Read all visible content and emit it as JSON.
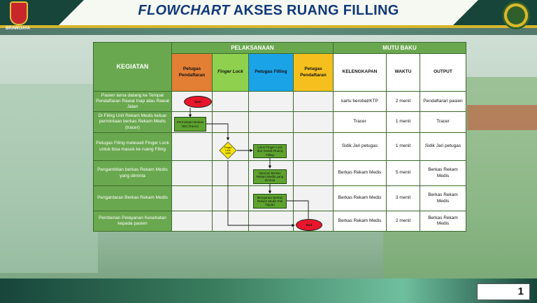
{
  "title": {
    "italic": "FLOWCHART",
    "rest": " AKSES RUANG FILLING"
  },
  "logo_left_text": "BRAWIJAYA",
  "page_number": "1",
  "table": {
    "kegiatan_header": "KEGIATAN",
    "pelaksanaan_header": "PELAKSANAAN",
    "mutu_baku_header": "MUTU BAKU",
    "actors": [
      "Petugas Pendaftaran",
      "Finger Lock",
      "Petugas Filling",
      "Petugas Pendaftaran"
    ],
    "mutu_cols": [
      "KELENGKAPAN",
      "WAKTU",
      "OUTPUT"
    ],
    "rows": [
      {
        "kegiatan": "Pasien lama datang ke Tempat Pendaftaran Rawat Inap atau Rawat Jalan",
        "kelengkapan": "kartu berobat/KTP",
        "waktu": "2 menit",
        "output": "Pendaftaran pasien"
      },
      {
        "kegiatan": "Di Filing Unit Rekam Medis keluar permintaan berkas Rekam Medis (tracer)",
        "kelengkapan": "Tracer",
        "waktu": "1 menit",
        "output": "Tracer"
      },
      {
        "kegiatan": "Petugas Filing melewati Finger Lock untuk bisa masuk ke ruang Filing",
        "kelengkapan": "Sidik Jari petugas",
        "waktu": "1 menit",
        "output": "Sidik Jari petugas"
      },
      {
        "kegiatan": "Pengambilan berkas Rekam Medis yang diminta",
        "kelengkapan": "Berkas Rekam Medis",
        "waktu": "5 menit",
        "output": "Berkas Rekam Medis"
      },
      {
        "kegiatan": "Pengantaran Berkas Rekam Medis",
        "kelengkapan": "Berkas Rekam Medis",
        "waktu": "3 menit",
        "output": "Berkas Rekam Medis"
      },
      {
        "kegiatan": "Pemberian Pelayanan Kesehatan kepada pasien",
        "kelengkapan": "Berkas Rekam Medis",
        "waktu": "2 menit",
        "output": "Berkas Rekam Medis"
      }
    ]
  },
  "nodes": {
    "start": "Start",
    "permintaan": "Permintaan Berkas RM (Tracer)",
    "decision": "Finger Lock valid",
    "lolos": "Lolos Finger Lock dan masuk Ruang Filling",
    "mencari": "Mencari Berkas Rekam Medis yang diminta",
    "mengantar": "Mengantar Berkas Rekam Medis Poli Tujuan",
    "end": "End"
  },
  "colors": {
    "green_header": "#6aa84f",
    "orange": "#e37e35",
    "lime": "#8fd14f",
    "cyan": "#1ba3e8",
    "yellow": "#f5c01e",
    "title_blue": "#113a7a"
  }
}
